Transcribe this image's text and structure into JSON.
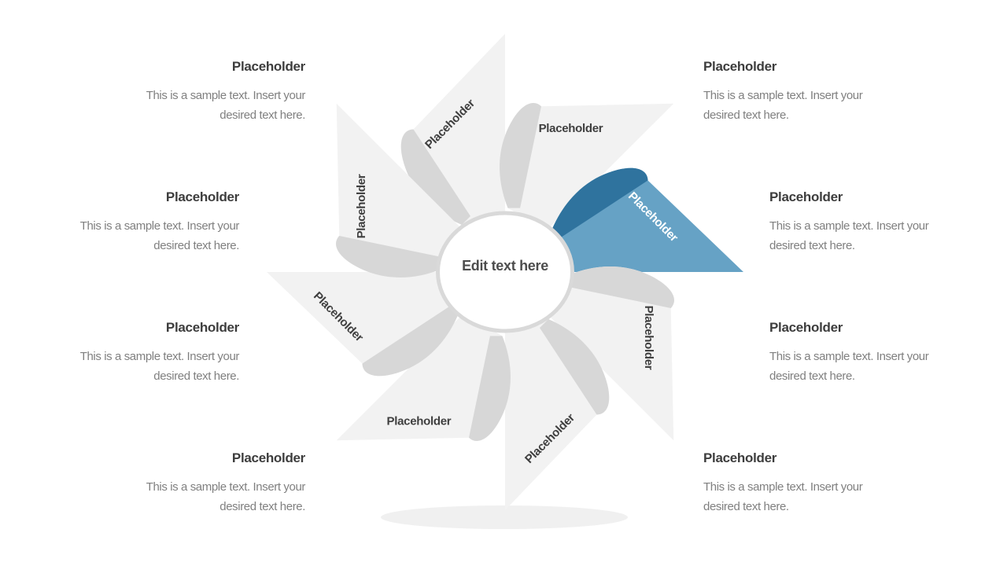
{
  "diagram": {
    "center_text": "Edit text here",
    "petals": [
      {
        "id": "north",
        "label": "Placeholder",
        "highlighted": false
      },
      {
        "id": "northeast",
        "label": "Placeholder",
        "highlighted": false
      },
      {
        "id": "east",
        "label": "Placeholder",
        "highlighted": true
      },
      {
        "id": "southeast",
        "label": "Placeholder",
        "highlighted": false
      },
      {
        "id": "south",
        "label": "Placeholder",
        "highlighted": false
      },
      {
        "id": "southwest",
        "label": "Placeholder",
        "highlighted": false
      },
      {
        "id": "west",
        "label": "Placeholder",
        "highlighted": false
      },
      {
        "id": "northwest",
        "label": "Placeholder",
        "highlighted": false
      }
    ],
    "colors": {
      "accent_blue": "#66a2c5",
      "accent_blue_dark": "#2f739e",
      "petal_gray": "#f2f2f2",
      "petal_band_gray": "#d7d7d7",
      "ring_gray": "#d9d9d9",
      "shadow_gray": "#f0f0f0",
      "title_text": "#3d3d3d",
      "body_text": "#808080"
    }
  },
  "text_blocks": {
    "left": [
      {
        "title": "Placeholder",
        "body_lines": [
          "This is a sample text. Insert your",
          "desired text here."
        ]
      },
      {
        "title": "Placeholder",
        "body_lines": [
          "This is a sample text. Insert your",
          "desired text here."
        ]
      },
      {
        "title": "Placeholder",
        "body_lines": [
          "This is a sample text. Insert your",
          "desired text here."
        ]
      },
      {
        "title": "Placeholder",
        "body_lines": [
          "This is a sample text. Insert your",
          "desired text here."
        ]
      }
    ],
    "right": [
      {
        "title": "Placeholder",
        "body_lines": [
          "This is a sample text. Insert your",
          "desired text here."
        ]
      },
      {
        "title": "Placeholder",
        "body_lines": [
          "This is a sample text. Insert your",
          "desired text here."
        ]
      },
      {
        "title": "Placeholder",
        "body_lines": [
          "This is a sample text. Insert your",
          "desired text here."
        ]
      },
      {
        "title": "Placeholder",
        "body_lines": [
          "This is a sample text. Insert your",
          "desired text here."
        ]
      }
    ]
  }
}
